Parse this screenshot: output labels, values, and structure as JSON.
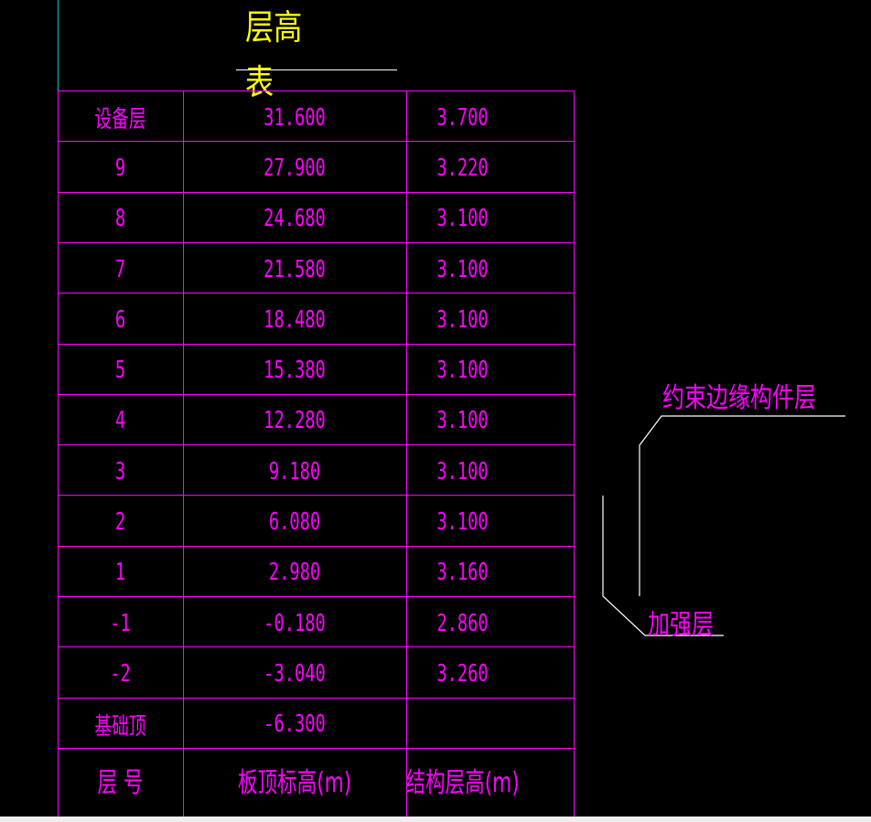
{
  "title": "层高表",
  "table": {
    "rows": [
      {
        "floor": "设备层",
        "elevation": "31.600",
        "height": "3.700"
      },
      {
        "floor": "9",
        "elevation": "27.900",
        "height": "3.220"
      },
      {
        "floor": "8",
        "elevation": "24.680",
        "height": "3.100"
      },
      {
        "floor": "7",
        "elevation": "21.580",
        "height": "3.100"
      },
      {
        "floor": "6",
        "elevation": "18.480",
        "height": "3.100"
      },
      {
        "floor": "5",
        "elevation": "15.380",
        "height": "3.100"
      },
      {
        "floor": "4",
        "elevation": "12.280",
        "height": "3.100"
      },
      {
        "floor": "3",
        "elevation": "9.180",
        "height": "3.100"
      },
      {
        "floor": "2",
        "elevation": "6.080",
        "height": "3.100"
      },
      {
        "floor": "1",
        "elevation": "2.980",
        "height": "3.160"
      },
      {
        "floor": "-1",
        "elevation": "-0.180",
        "height": "2.860"
      },
      {
        "floor": "-2",
        "elevation": "-3.040",
        "height": "3.260"
      },
      {
        "floor": "基础顶",
        "elevation": "-6.300",
        "height": ""
      }
    ],
    "header": {
      "floor": "层  号",
      "elevation": "板顶标高(m)",
      "height": "结构层高(m)"
    }
  },
  "annotations": {
    "constraint_edge": "约束边缘构件层",
    "strengthening": "加强层"
  },
  "colors": {
    "background": "#000000",
    "table_lines": "#ff00ff",
    "text": "#ff00ff",
    "title": "#ffff00",
    "leader_lines": "#ffffff",
    "axis": "#00c8c8"
  }
}
